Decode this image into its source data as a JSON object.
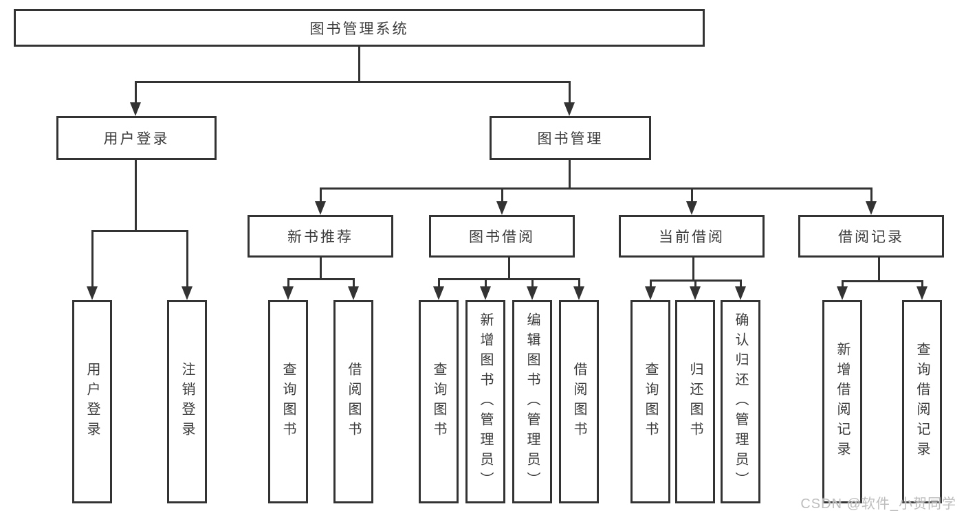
{
  "nodes": {
    "root": "图书管理系统",
    "user_login": "用户登录",
    "book_mgmt": "图书管理",
    "new_book_rec": "新书推荐",
    "book_borrow": "图书借阅",
    "current_borrow": "当前借阅",
    "borrow_records": "借阅记录",
    "ul_login": "用户登录",
    "ul_logout": "注销登录",
    "nbr_query": "查询图书",
    "nbr_borrow": "借阅图书",
    "bb_query": "查询图书",
    "bb_add": "新增图书（管理员）",
    "bb_edit": "编辑图书（管理员）",
    "bb_borrow": "借阅图书",
    "cb_query": "查询图书",
    "cb_return": "归还图书",
    "cb_confirm": "确认归还（管理员）",
    "br_add": "新增借阅记录",
    "br_query": "查询借阅记录"
  },
  "watermark": "CSDN @软件_小贺同学",
  "colors": {
    "line": "#333333",
    "text": "#3b3b3b",
    "watermark": "#bdbdbd",
    "background": "#ffffff"
  }
}
